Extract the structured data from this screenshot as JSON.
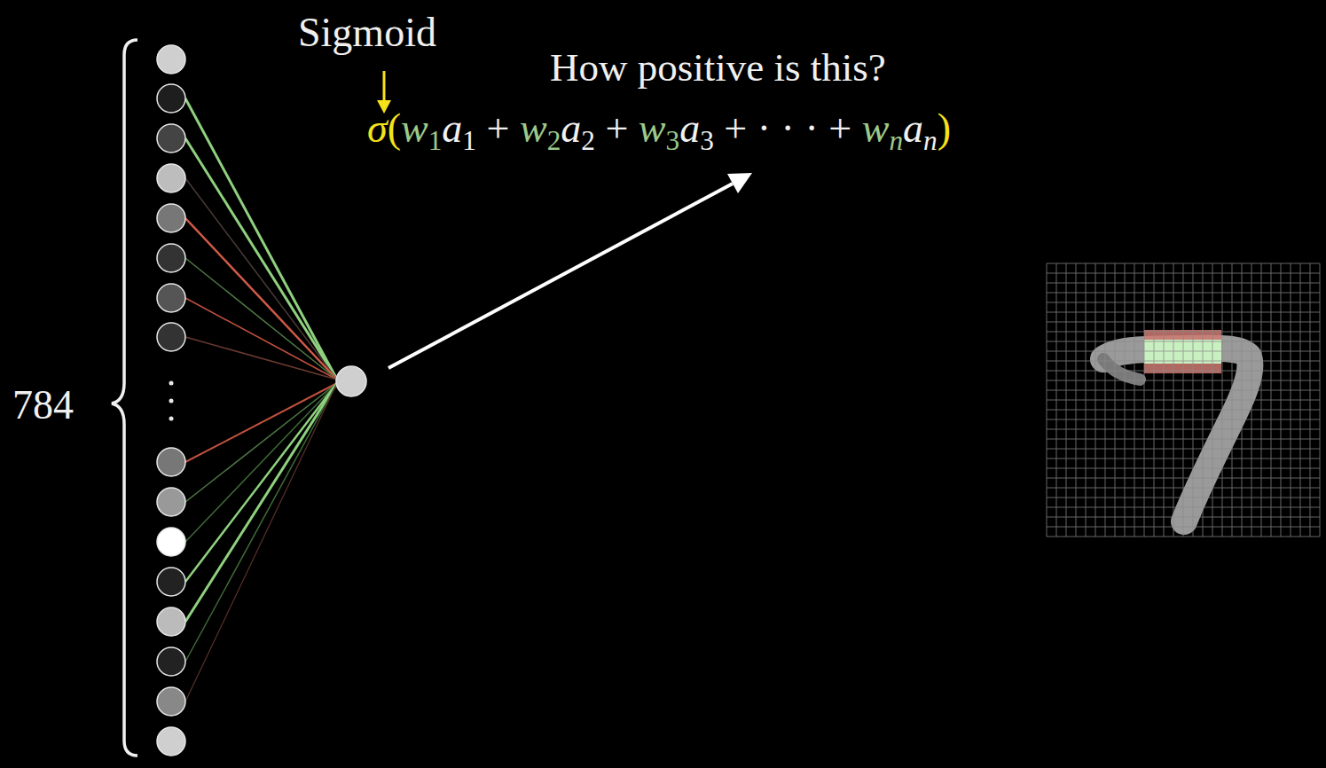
{
  "diagram": {
    "labels": [
      "Sigmoid",
      "How positive is this?",
      "σ(w1a1 + w2a2 + w3a3 + · · · + wnan)",
      "784"
    ]
  }
}
